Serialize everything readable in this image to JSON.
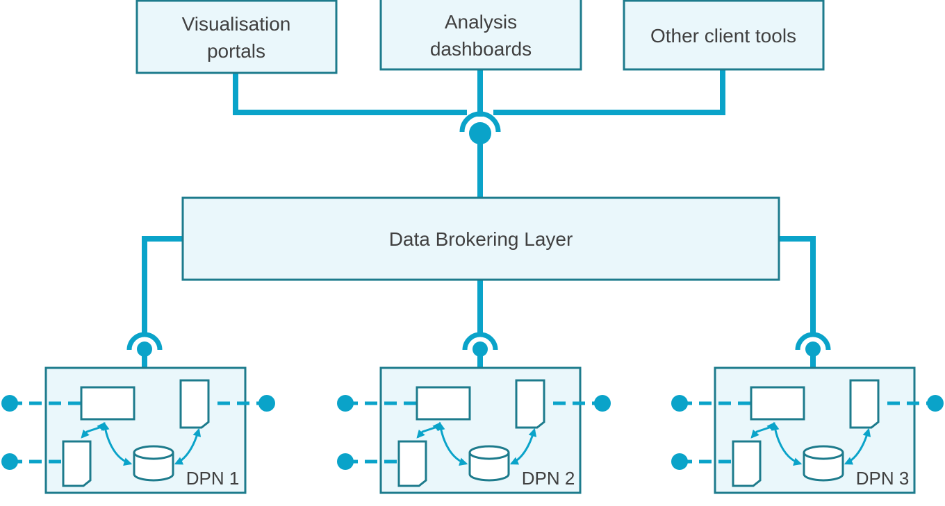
{
  "colors": {
    "accent": "#0aa3c9",
    "box_border": "#1d7b8c",
    "box_fill": "#eaf7fb",
    "inner_fill": "#ffffff",
    "text": "#404040"
  },
  "client_tools": [
    {
      "label_line1": "Visualisation",
      "label_line2": "portals"
    },
    {
      "label_line1": "Analysis",
      "label_line2": "dashboards"
    },
    {
      "label_line1": "Other client tools",
      "label_line2": ""
    }
  ],
  "broker": {
    "label": "Data Brokering Layer"
  },
  "dpn_nodes": [
    {
      "label": "DPN 1"
    },
    {
      "label": "DPN 2"
    },
    {
      "label": "DPN 3"
    }
  ]
}
